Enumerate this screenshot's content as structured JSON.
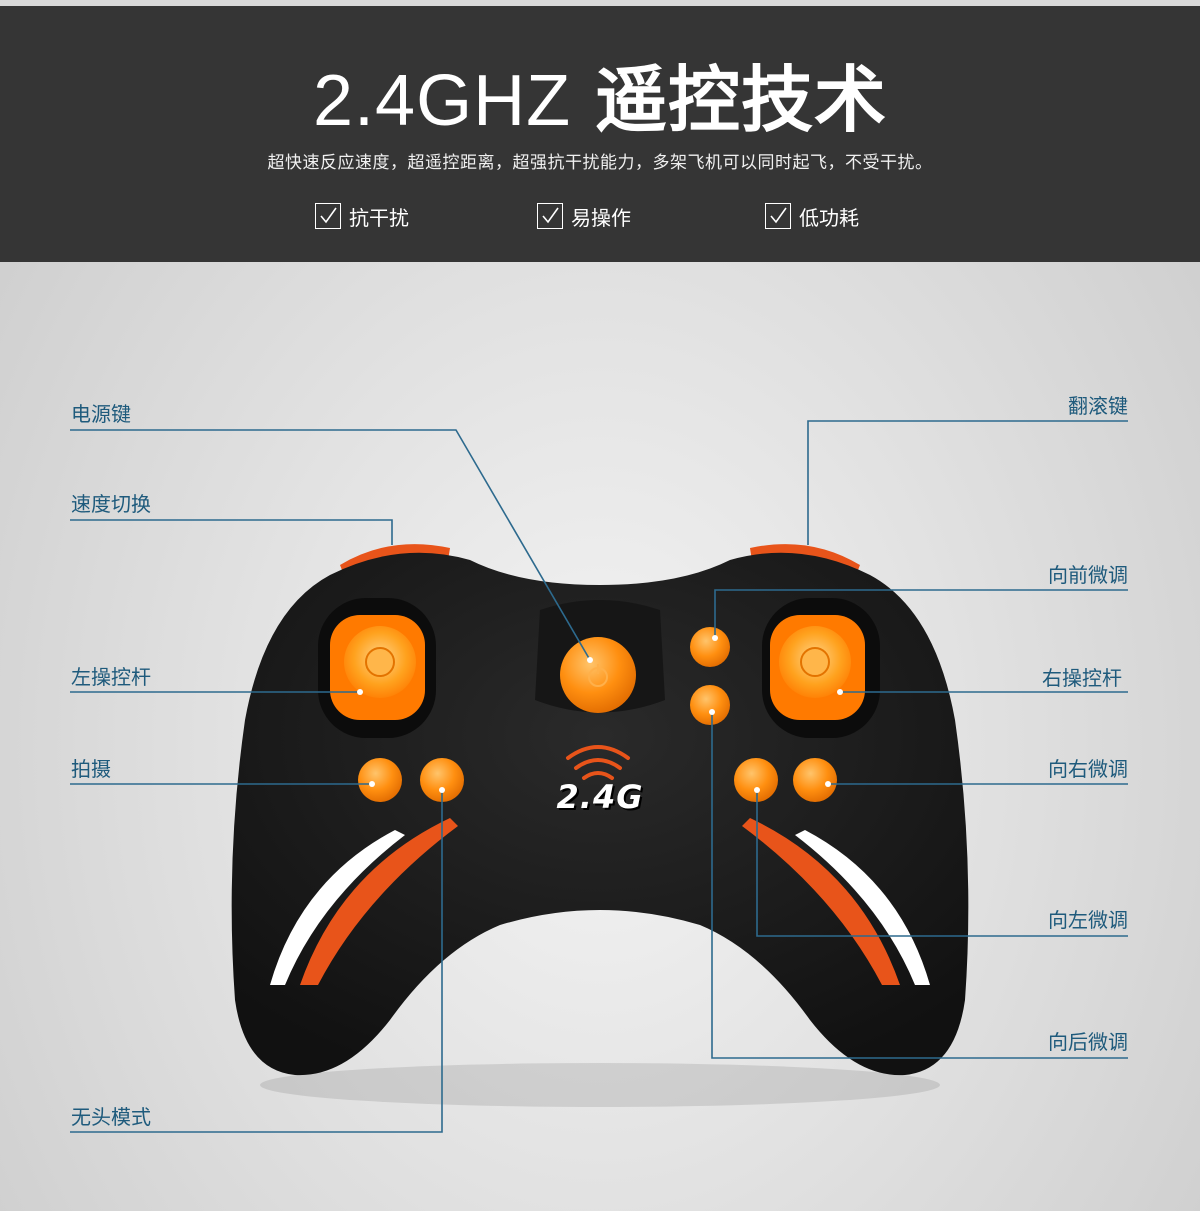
{
  "header": {
    "title_en": "2.4GHZ",
    "title_cn": "遥控技术",
    "subtitle": "超快速反应速度，超遥控距离，超强抗干扰能力，多架飞机可以同时起飞，不受干扰。",
    "features": [
      "抗干扰",
      "易操作",
      "低功耗"
    ]
  },
  "controller": {
    "badge_text": "2.4G",
    "colors": {
      "body": "#1c1c1c",
      "accent": "#ff8a00",
      "stripe_orange": "#e8541a",
      "stripe_white": "#ffffff"
    }
  },
  "callouts": {
    "power_key": "电源键",
    "speed_switch": "速度切换",
    "left_stick": "左操控杆",
    "photo": "拍摄",
    "headless_mode": "无头模式",
    "flip_key": "翻滚键",
    "forward_trim": "向前微调",
    "right_stick": "右操控杆",
    "right_trim": "向右微调",
    "left_trim": "向左微调",
    "backward_trim": "向后微调"
  },
  "colors": {
    "banner_bg": "#353535",
    "label_text": "#1e5a7c",
    "leader_line": "#2d6a8e"
  }
}
